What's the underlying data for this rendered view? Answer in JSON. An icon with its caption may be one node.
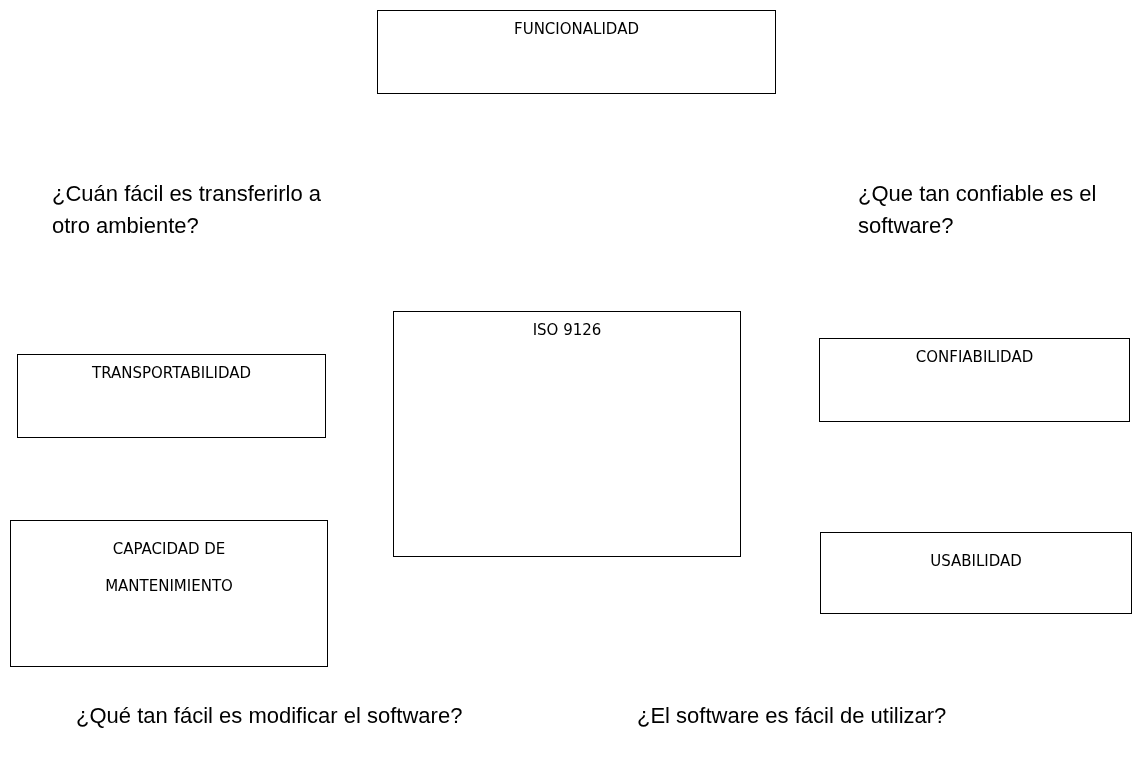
{
  "diagram": {
    "nodes": [
      {
        "text": [
          "FUNCIONALIDAD"
        ]
      },
      {
        "text": [
          "ISO 9126"
        ]
      },
      {
        "text": [
          "CONFIABILIDAD"
        ]
      },
      {
        "text": [
          "TRANSPORTABILIDAD"
        ]
      },
      {
        "text": [
          "CAPACIDAD DE MANTENIMIENTO"
        ]
      },
      {
        "text": [
          "USABILIDAD"
        ]
      }
    ],
    "labels": [
      "¿Cuán fácil es transferirlo a otro ambiente?",
      "¿Que tan confiable es el software?",
      "¿Qué tan fácil es modificar el software?",
      "¿El software es fácil de utilizar?"
    ]
  }
}
